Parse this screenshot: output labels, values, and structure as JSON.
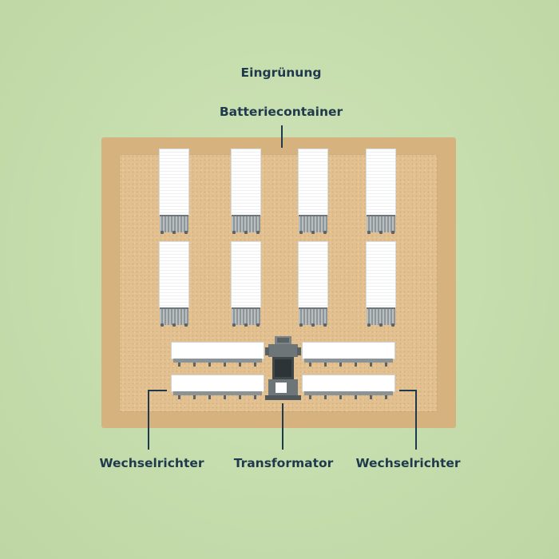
{
  "labels": {
    "greening": "Eingrünung",
    "battery_container": "Batteriecontainer",
    "inverter_left": "Wechselrichter",
    "transformer": "Transformator",
    "inverter_right": "Wechselrichter"
  },
  "colors": {
    "background": "#c4dcab",
    "greening_border": "#d6b27e",
    "ground": "#e2c08f",
    "text": "#1e3a4c"
  },
  "components": {
    "battery_count": 8,
    "inverter_count": 4,
    "transformer_count": 1
  }
}
